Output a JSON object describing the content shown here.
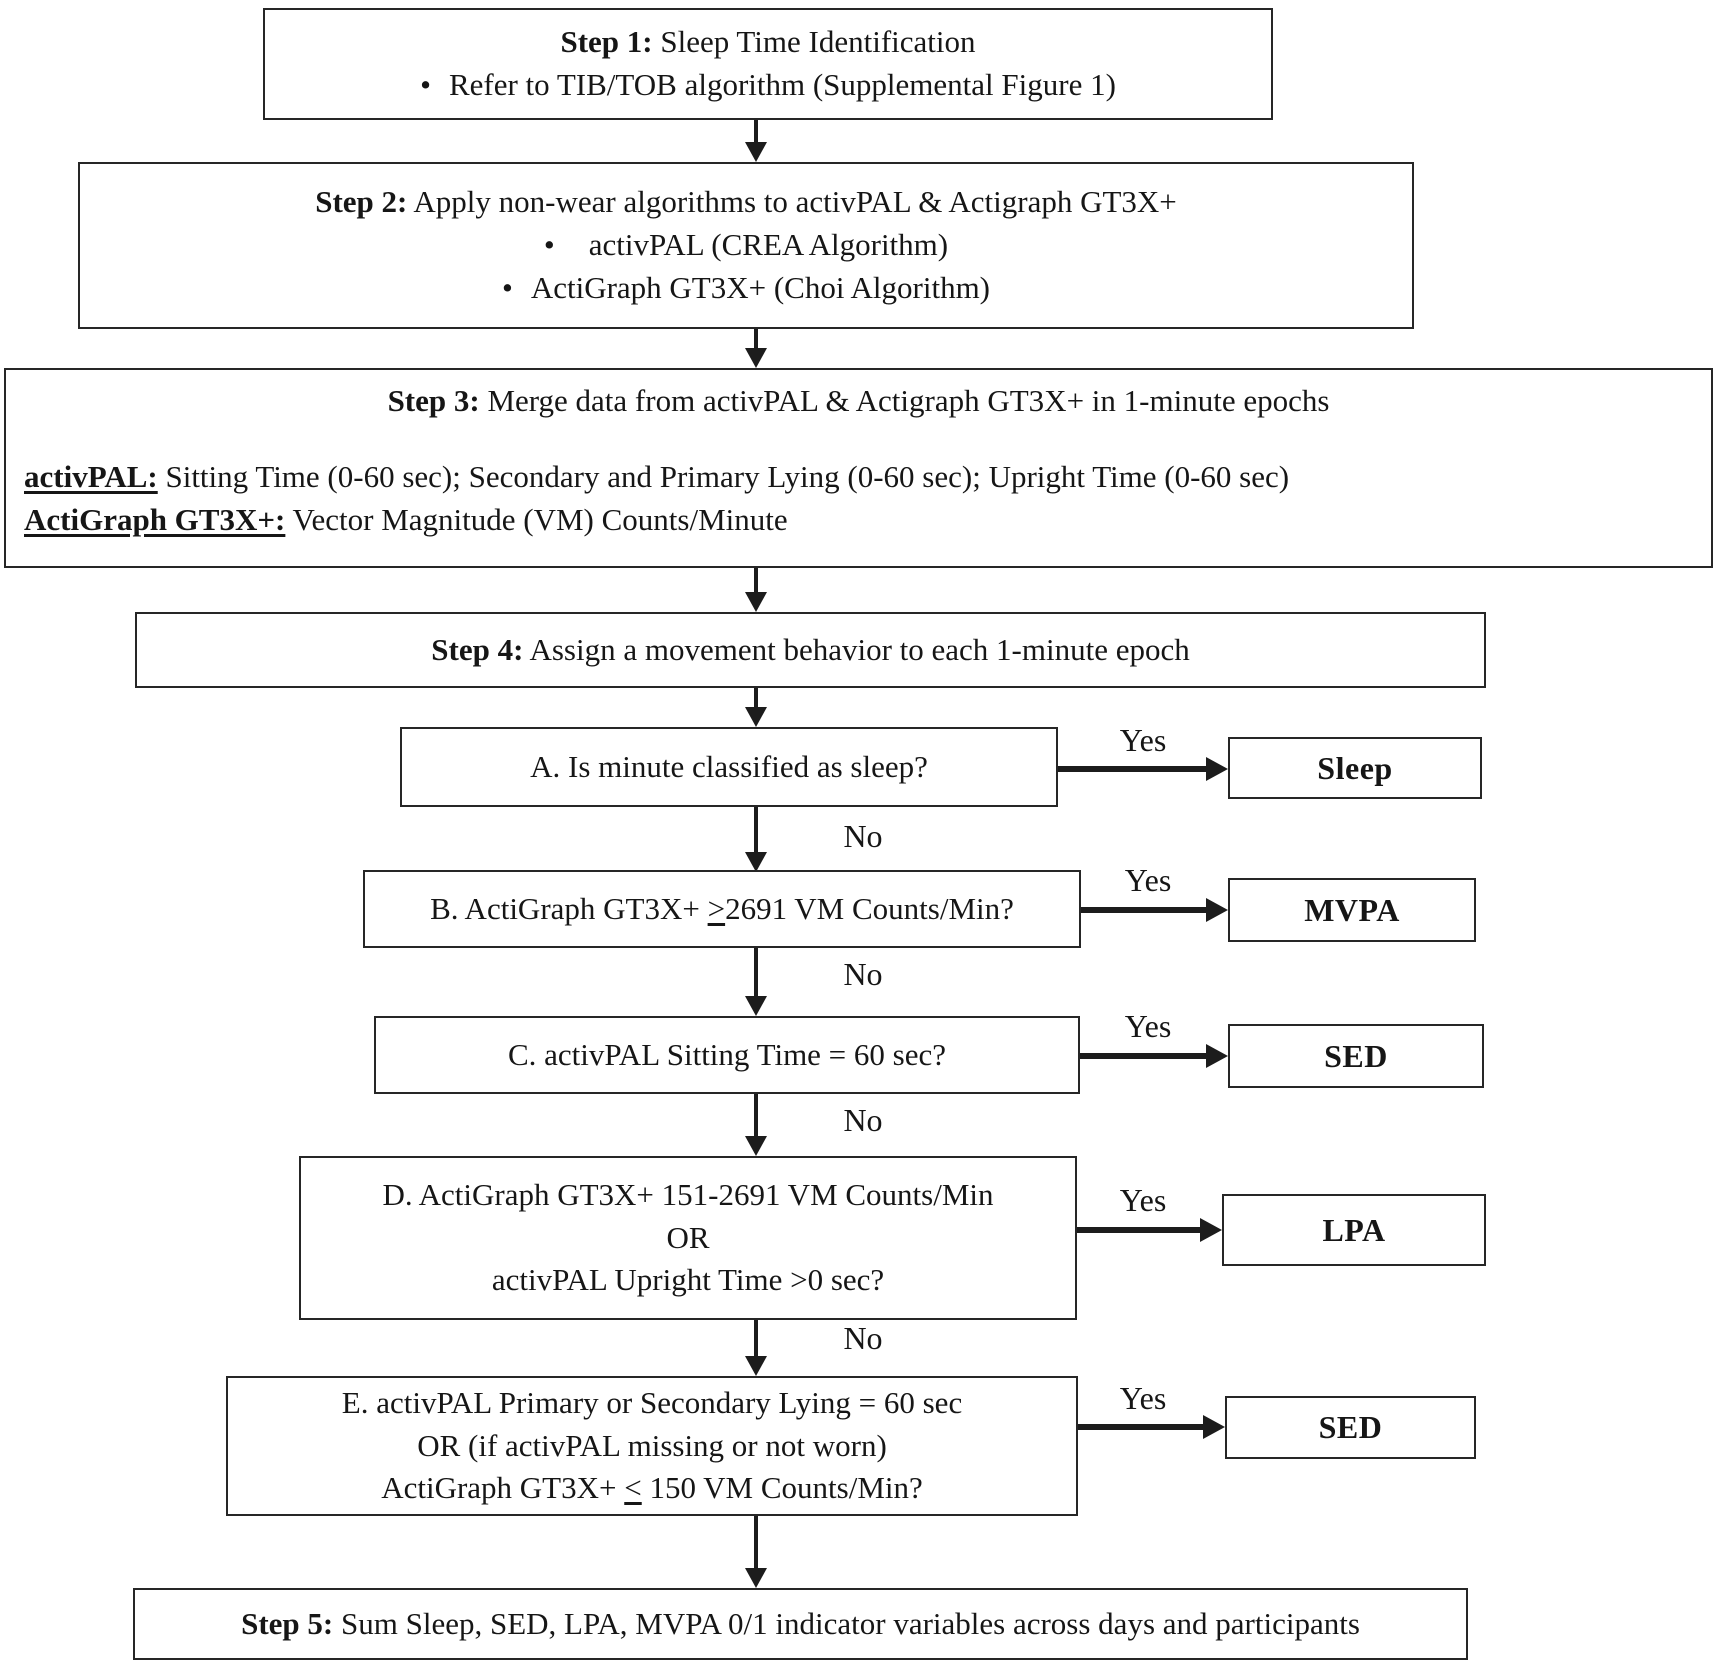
{
  "figure": {
    "bg": "#ffffff",
    "line_color": "#1c1c1c",
    "text_color": "#161616",
    "bullet_char": "•"
  },
  "steps": {
    "s1": {
      "label": "Step 1:",
      "title": " Sleep Time Identification",
      "bullet": "Refer to TIB/TOB algorithm (Supplemental Figure 1)"
    },
    "s2": {
      "label": "Step 2:",
      "title": " Apply non-wear algorithms to activPAL & Actigraph GT3X+",
      "bullet1": "activPAL (CREA Algorithm)",
      "bullet2": "ActiGraph GT3X+ (Choi Algorithm)"
    },
    "s3": {
      "label": "Step 3:",
      "title": " Merge data from activPAL & Actigraph GT3X+ in 1-minute epochs",
      "line1_lead": "activPAL:",
      "line1_rest": " Sitting Time (0-60 sec); Secondary and Primary Lying (0-60 sec); Upright Time (0-60 sec)",
      "line2_lead": "ActiGraph GT3X+:",
      "line2_rest": " Vector Magnitude (VM) Counts/Minute"
    },
    "s4": {
      "label": "Step 4:",
      "title": " Assign a movement behavior to each 1-minute epoch"
    },
    "s5": {
      "label": "Step 5:",
      "title": " Sum Sleep, SED, LPA, MVPA 0/1 indicator variables across days and participants"
    }
  },
  "decisions": {
    "a": {
      "text": "A. Is minute classified as sleep?",
      "yes": "Yes",
      "no": "No",
      "outcome": "Sleep"
    },
    "b": {
      "pre": "B. ActiGraph GT3X+ ",
      "symbol": ">",
      "post": "2691 VM Counts/Min?",
      "yes": "Yes",
      "no": "No",
      "outcome": "MVPA"
    },
    "c": {
      "text": "C. activPAL Sitting Time = 60 sec?",
      "yes": "Yes",
      "no": "No",
      "outcome": "SED"
    },
    "d": {
      "line1": "D. ActiGraph GT3X+ 151-2691 VM Counts/Min",
      "line2": "OR",
      "line3": "activPAL Upright Time >0 sec?",
      "yes": "Yes",
      "no": "No",
      "outcome": "LPA"
    },
    "e": {
      "line1": "E. activPAL Primary or Secondary Lying = 60 sec",
      "line2": "OR (if activPAL missing or not worn)",
      "line3_pre": "ActiGraph GT3X+ ",
      "line3_symbol": "<",
      "line3_post": " 150 VM Counts/Min?",
      "yes": "Yes",
      "outcome": "SED"
    }
  }
}
